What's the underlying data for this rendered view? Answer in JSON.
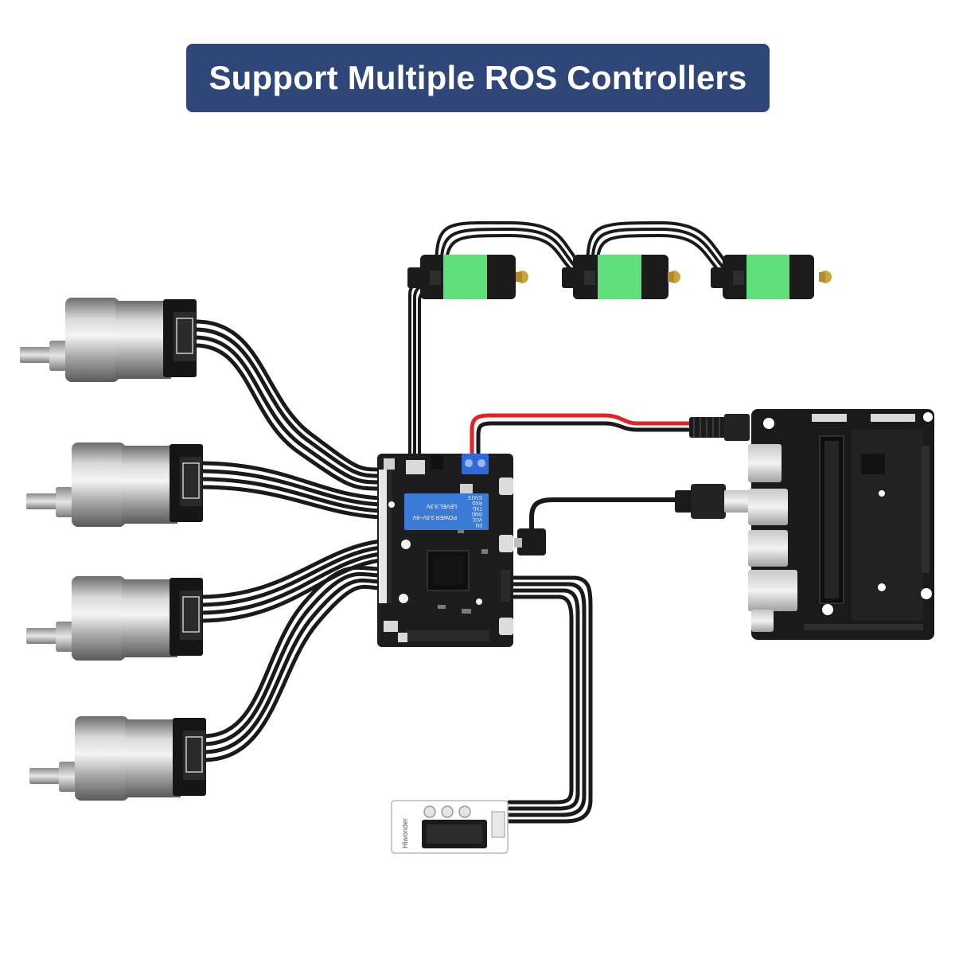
{
  "title": {
    "text": "Support Multiple ROS Controllers"
  },
  "bt_module": {
    "header": "POWER:3.6V~6V",
    "level": "LEVEL:3.3V",
    "pins": [
      "EN",
      "VCC",
      "GND",
      "TXD",
      "RXD",
      "STATE"
    ]
  },
  "sensor_module": {
    "brand": "Hiwonder"
  },
  "colors": {
    "banner": "#2f4778",
    "banner_text": "#ffffff",
    "servo_green": "#5fe07a",
    "power_red": "#e52222",
    "board": "#1d1d1d",
    "cable": "#1a1a1a",
    "bt_blue": "#3a7bd5"
  }
}
